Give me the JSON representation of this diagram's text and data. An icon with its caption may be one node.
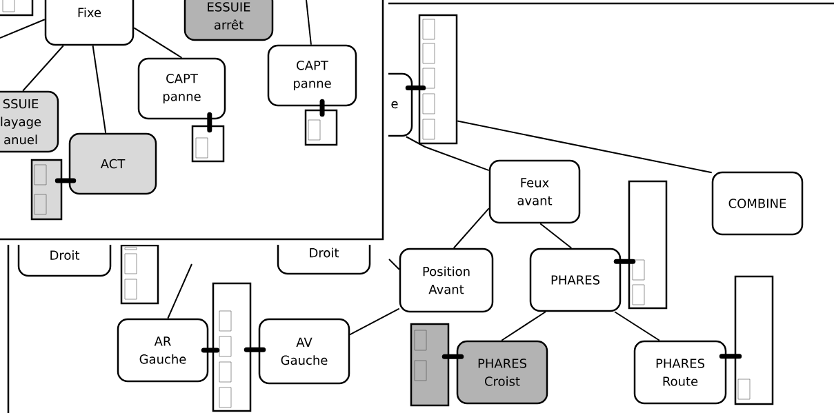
{
  "diagram": {
    "nodes": [
      {
        "text": [],
        "shape": "box"
      },
      {
        "text": [],
        "shape": "box",
        "in": 0
      },
      {
        "text": [
          "Fixe"
        ],
        "in": 0
      },
      {
        "text": [
          "ESSUIE arrêt"
        ],
        "in": 0
      },
      {
        "text": [
          "CAPT panne"
        ],
        "in": 0
      },
      {
        "text": [
          "SSUIE layage anuel"
        ],
        "in": 0
      },
      {
        "text": [
          "CAPT panne"
        ],
        "in": 0
      },
      {
        "text": [],
        "shape": "box",
        "in": 0
      },
      {
        "text": [],
        "shape": "box",
        "in": 0
      },
      {
        "text": [
          "ACT"
        ],
        "in": 0
      },
      {
        "text": [],
        "shape": "box",
        "in": 0
      },
      {
        "text": [
          "e"
        ]
      },
      {
        "text": [],
        "shape": "box"
      },
      {
        "text": [
          "Feux avant"
        ]
      },
      {
        "text": [
          "COMBINE"
        ]
      },
      {
        "text": [],
        "shape": "box"
      },
      {
        "text": [
          "Droit"
        ]
      },
      {
        "text": [],
        "shape": "box"
      },
      {
        "text": [
          "Droit"
        ]
      },
      {
        "text": [
          "Position Avant"
        ]
      },
      {
        "text": [
          "PHARES"
        ]
      },
      {
        "text": [
          "AR Gauche"
        ]
      },
      {
        "text": [],
        "shape": "box"
      },
      {
        "text": [
          "AV Gauche"
        ]
      },
      {
        "text": [],
        "shape": "box"
      },
      {
        "text": [
          "PHARES Croist"
        ]
      },
      {
        "text": [
          "PHARES Route"
        ]
      },
      {
        "text": [],
        "shape": "box"
      }
    ],
    "edges": [
      {
        "from": null,
        "to": 2,
        "arrow": "none"
      },
      {
        "from": 2,
        "to": 5,
        "arrow": "none"
      },
      {
        "from": 2,
        "to": 9,
        "arrow": "none"
      },
      {
        "from": 2,
        "to": 6,
        "arrow": "none"
      },
      {
        "from": null,
        "to": 4,
        "arrow": "none"
      },
      {
        "from": 6,
        "to": 7,
        "arrow": "none",
        "style": "thick"
      },
      {
        "from": 4,
        "to": 8,
        "arrow": "none",
        "style": "thick"
      },
      {
        "from": 9,
        "to": 10,
        "arrow": "none",
        "style": "thick"
      },
      {
        "from": 11,
        "to": 12,
        "arrow": "none",
        "style": "thick"
      },
      {
        "from": 11,
        "to": 13,
        "arrow": "none"
      },
      {
        "from": 12,
        "to": 14,
        "arrow": "none"
      },
      {
        "from": 13,
        "to": 19,
        "arrow": "none"
      },
      {
        "from": 13,
        "to": 20,
        "arrow": "none"
      },
      {
        "from": 20,
        "to": 15,
        "arrow": "none",
        "style": "thick"
      },
      {
        "from": 20,
        "to": 25,
        "arrow": "none"
      },
      {
        "from": 20,
        "to": 26,
        "arrow": "none"
      },
      {
        "from": 25,
        "to": 24,
        "arrow": "none",
        "style": "thick"
      },
      {
        "from": 26,
        "to": 27,
        "arrow": "none",
        "style": "thick"
      },
      {
        "from": 19,
        "to": 23,
        "arrow": "none"
      },
      {
        "from": null,
        "to": 19,
        "arrow": "none"
      },
      {
        "from": null,
        "to": 21,
        "arrow": "none"
      },
      {
        "from": 21,
        "to": 22,
        "arrow": "none",
        "style": "thick"
      },
      {
        "from": 23,
        "to": 22,
        "arrow": "none",
        "style": "thick"
      }
    ]
  }
}
